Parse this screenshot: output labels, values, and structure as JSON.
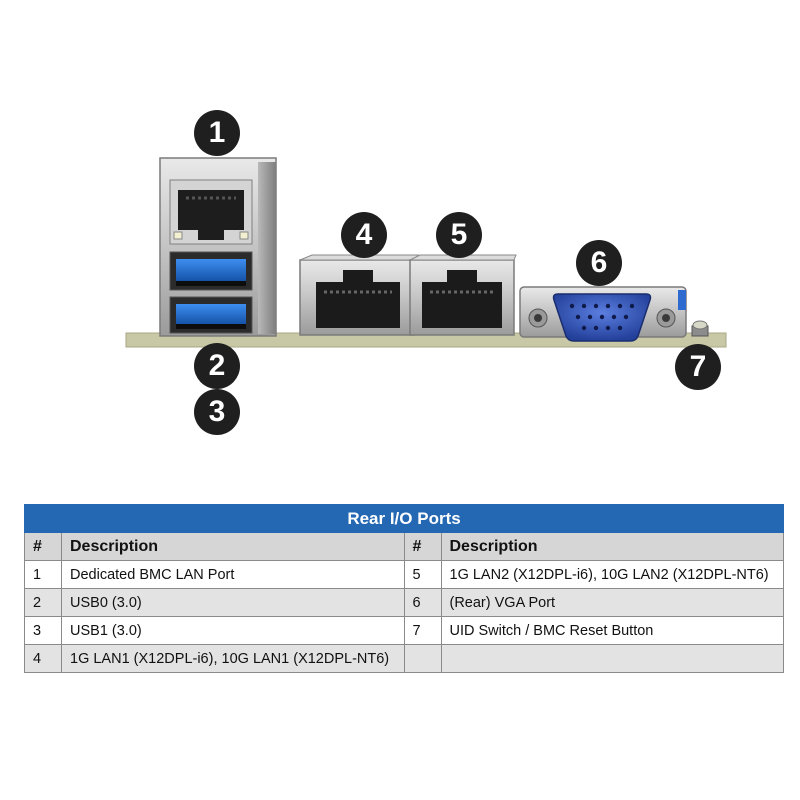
{
  "callouts": [
    "1",
    "2",
    "3",
    "4",
    "5",
    "6",
    "7"
  ],
  "table": {
    "title": "Rear I/O Ports",
    "headers": [
      "#",
      "Description",
      "#",
      "Description"
    ],
    "rows": [
      [
        "1",
        "Dedicated BMC LAN Port",
        "5",
        "1G LAN2 (X12DPL-i6), 10G LAN2 (X12DPL-NT6)"
      ],
      [
        "2",
        "USB0 (3.0)",
        "6",
        "(Rear) VGA Port"
      ],
      [
        "3",
        "USB1 (3.0)",
        "7",
        "UID Switch / BMC Reset Button"
      ],
      [
        "4",
        "1G LAN1 (X12DPL-i6), 10G LAN1 (X12DPL-NT6)",
        "",
        ""
      ]
    ]
  },
  "colors": {
    "title_bar": "#2467b3",
    "callout": "#1f1f1f",
    "usb_blue": "#1d6fd0",
    "vga_blue": "#2f52b4",
    "pcb": "#c9c8a6"
  },
  "icons": [
    "rj45-port-icon",
    "usb3-port-icon",
    "vga-port-icon",
    "uid-button-icon"
  ]
}
